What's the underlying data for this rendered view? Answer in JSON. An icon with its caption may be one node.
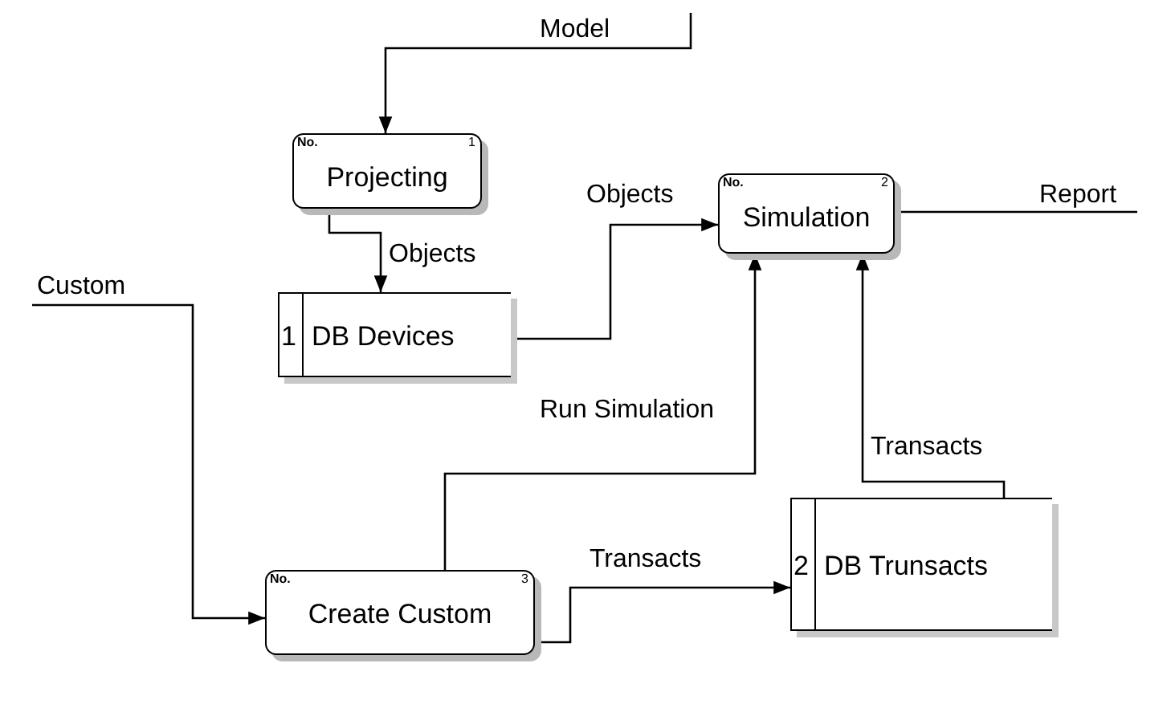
{
  "diagram": {
    "nodes": [
      {
        "text": [
          "No.",
          "1",
          "Projecting"
        ]
      },
      {
        "text": [
          "No.",
          "2",
          "Simulation"
        ]
      },
      {
        "text": [
          "1",
          "DB Devices"
        ]
      },
      {
        "text": [
          "No.",
          "3",
          "Create Custom"
        ]
      },
      {
        "text": [
          "2",
          "DB Trunsacts"
        ]
      }
    ],
    "edges": [
      {
        "from": null,
        "to": 0,
        "arrow": "to",
        "label": "Model"
      },
      {
        "from": 0,
        "to": 2,
        "arrow": "to",
        "label": "Objects"
      },
      {
        "from": 2,
        "to": 1,
        "arrow": "to",
        "label": "Objects"
      },
      {
        "from": 1,
        "to": null,
        "arrow": "none",
        "label": "Report"
      },
      {
        "from": null,
        "to": 3,
        "arrow": "to",
        "label": "Custom"
      },
      {
        "from": 3,
        "to": 1,
        "arrow": "to",
        "label": "Run Simulation"
      },
      {
        "from": 3,
        "to": 4,
        "arrow": "to",
        "label": "Transacts"
      },
      {
        "from": 4,
        "to": 1,
        "arrow": "to",
        "label": "Transacts"
      }
    ]
  }
}
